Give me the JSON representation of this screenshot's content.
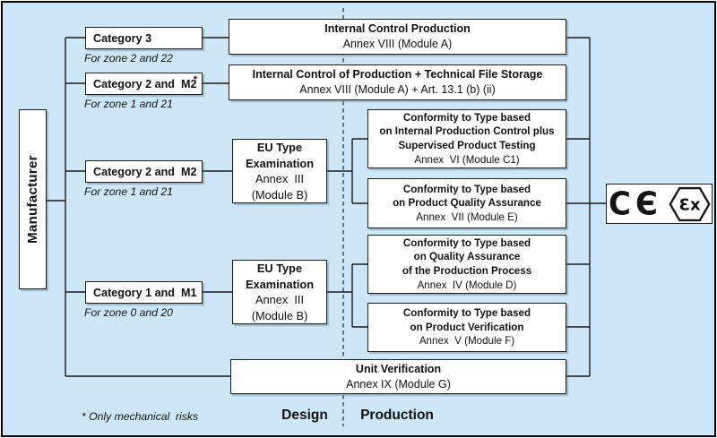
{
  "colors": {
    "background": "#cde7f8",
    "box_fill": "#ffffff",
    "line": "#1b1b1b"
  },
  "manufacturer_label": "Manufacturer",
  "categories": [
    {
      "label": "Category 3",
      "asterisk": "",
      "zone_note": "For zone 2 and 22"
    },
    {
      "label": "Category 2 and  M2",
      "asterisk": "*",
      "zone_note": "For zone 1 and 21"
    },
    {
      "label": "Category 2 and  M2",
      "asterisk": "",
      "zone_note": "For zone 1 and 21"
    },
    {
      "label": "Category 1 and  M1",
      "asterisk": "",
      "zone_note": "For zone 0 and 20"
    }
  ],
  "design_boxes": [
    {
      "bold": [
        "EU Type",
        "Examination"
      ],
      "reg": [
        "Annex  III",
        "(Module B)"
      ]
    },
    {
      "bold": [
        "EU Type",
        "Examination"
      ],
      "reg": [
        "Annex  III",
        "(Module B)"
      ]
    }
  ],
  "production_boxes": [
    {
      "bold": [
        "Internal Control Production"
      ],
      "reg": [
        "Annex VIII (Module A)"
      ]
    },
    {
      "bold": [
        "Internal Control of Production + Technical File Storage"
      ],
      "reg": [
        "Annex VIII (Module A) + Art. 13.1 (b) (ii)"
      ]
    },
    {
      "bold": [
        "Conformity to Type based",
        "on Internal Production Control plus",
        "Supervised Product Testing"
      ],
      "reg": [
        "Annex  VI (Module C1)"
      ]
    },
    {
      "bold": [
        "Conformity to Type based",
        "on Product Quality Assurance"
      ],
      "reg": [
        "Annex  VII (Module E)"
      ]
    },
    {
      "bold": [
        "Conformity to Type based",
        "on Quality Assurance",
        "of the Production Process"
      ],
      "reg": [
        "Annex  IV (Module D)"
      ]
    },
    {
      "bold": [
        "Conformity to Type based",
        "on Product Verification"
      ],
      "reg": [
        "Annex  V (Module F)"
      ]
    },
    {
      "bold": [
        "Unit Verification"
      ],
      "reg": [
        "Annex IX (Module G)"
      ]
    }
  ],
  "footnote": "* Only mechanical  risks",
  "phase_labels": {
    "design": "Design",
    "production": "Production"
  },
  "marking": {
    "ce": "CЄ",
    "ex": "Ɛx"
  }
}
